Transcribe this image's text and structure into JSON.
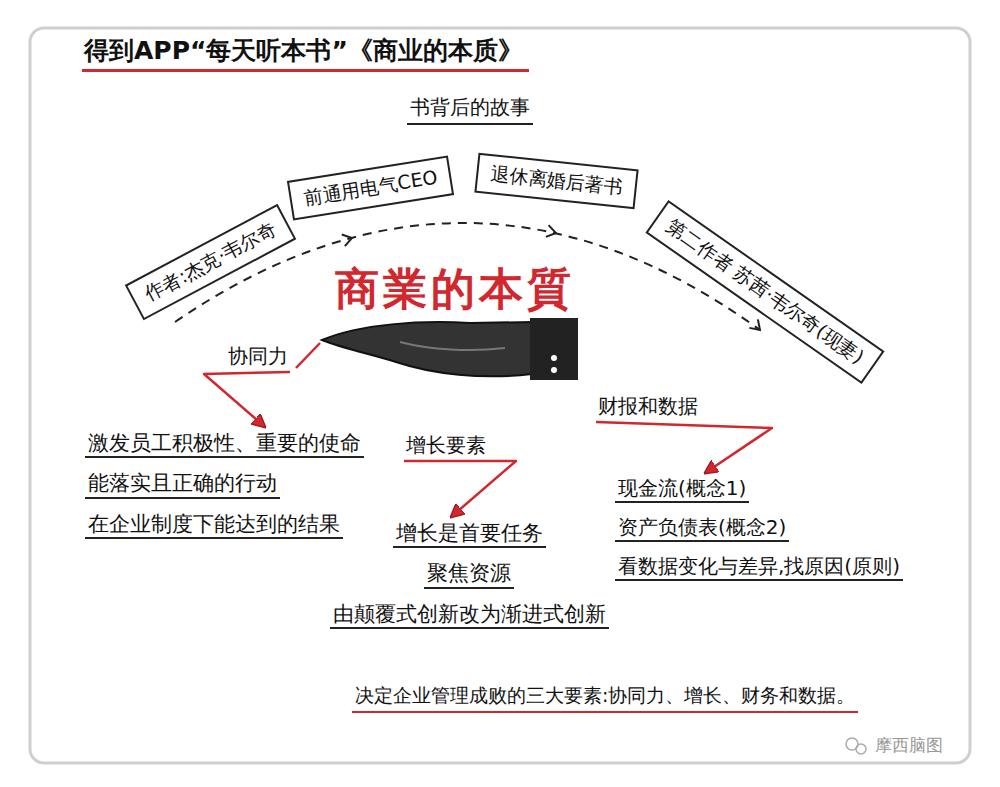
{
  "diagram": {
    "title": "得到APP“每天听本书”《商业的本质》",
    "nodes": [
      {
        "text": [
          "作者:杰克·韦尔奇"
        ]
      },
      {
        "text": [
          "前通用电气CEO"
        ]
      },
      {
        "text": [
          "退休离婚后著书"
        ]
      },
      {
        "text": [
          "第二作者 苏茜·韦尔奇(现妻)"
        ]
      },
      {
        "text": [
          "商業的本質"
        ]
      },
      {
        "text": [
          "协同力"
        ]
      },
      {
        "text": [
          "激发员工积极性、重要的使命",
          "能落实且正确的行动",
          "在企业制度下能达到的结果"
        ]
      },
      {
        "text": [
          "增长要素"
        ]
      },
      {
        "text": [
          "增长是首要任务",
          "聚焦资源",
          "由颠覆式创新改为渐进式创新"
        ]
      },
      {
        "text": [
          "财报和数据"
        ]
      },
      {
        "text": [
          "现金流(概念1)",
          "资产负债表(概念2)",
          "看数据变化与差异,找原因(原则)"
        ]
      }
    ],
    "edges": [
      {
        "from": 5,
        "to": 6,
        "arrow": "to"
      },
      {
        "from": 7,
        "to": 8,
        "arrow": "to"
      },
      {
        "from": 9,
        "to": 10,
        "arrow": "to"
      }
    ],
    "labels": [
      "书背后的故事",
      "决定企业管理成败的三大要素:协同力、增长、财务和数据。",
      "摩西脑图"
    ]
  }
}
